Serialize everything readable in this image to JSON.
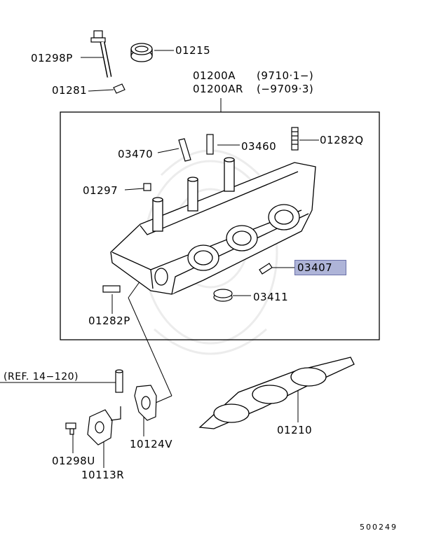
{
  "labels": {
    "p01298P": "01298P",
    "p01215": "01215",
    "p01281": "01281",
    "p01200A": "01200A",
    "p01200A_note": "(9710·1−)",
    "p01200AR": "01200AR",
    "p01200AR_note": "(−9709·3)",
    "p03470": "03470",
    "p03460": "03460",
    "p01282Q": "01282Q",
    "p01297": "01297",
    "p03407": "03407",
    "p03411": "03411",
    "p01282P": "01282P",
    "ref": "(REF. 14−120)",
    "p01210": "01210",
    "p10124V": "10124V",
    "p01298U": "01298U",
    "p10113R": "10113R",
    "diagram_id": "500249"
  },
  "colors": {
    "highlight": "#aeb4d8",
    "line": "#000000"
  }
}
